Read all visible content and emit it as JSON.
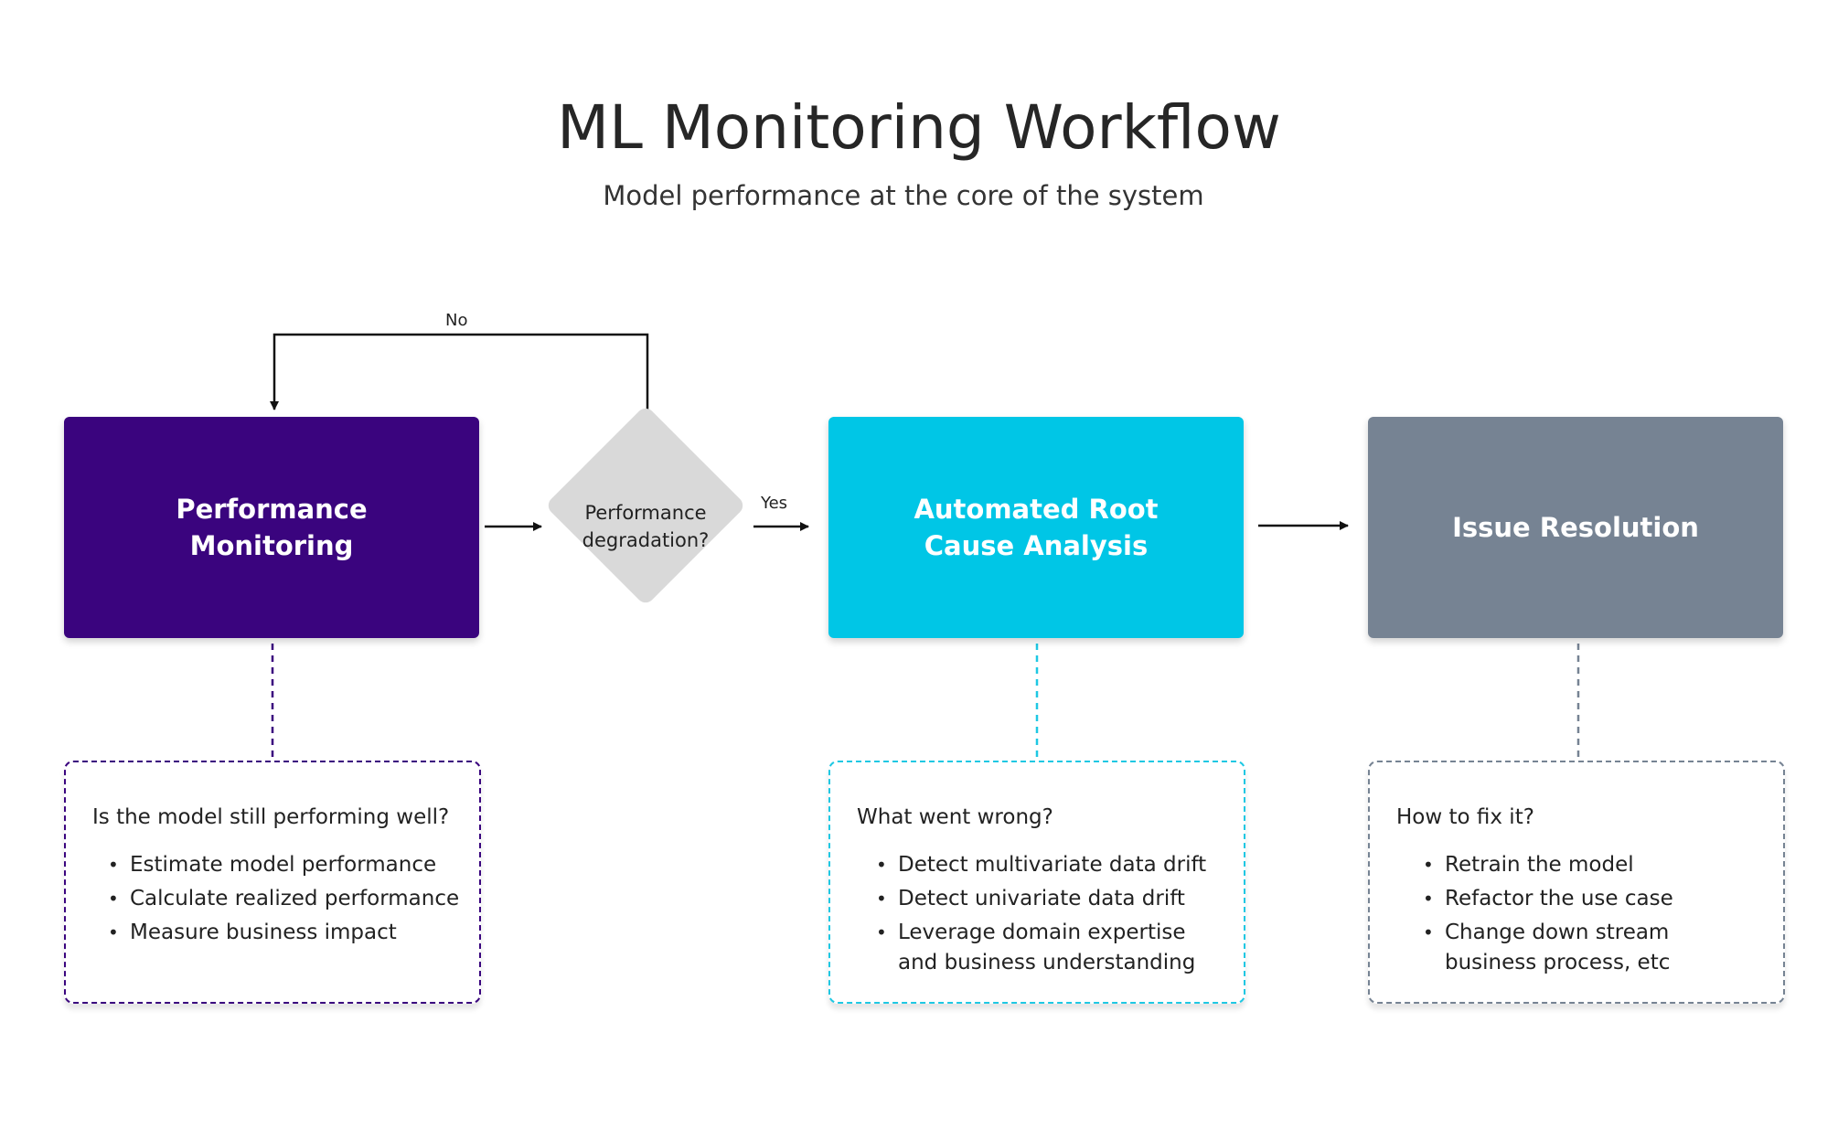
{
  "header": {
    "title": "ML Monitoring Workflow",
    "subtitle": "Model performance at the core of the system"
  },
  "flow": {
    "no_label": "No",
    "yes_label": "Yes",
    "decision": "Performance degradation?",
    "steps": [
      {
        "label": "Performance Monitoring",
        "color": "#3a047e"
      },
      {
        "label": "Automated Root Cause Analysis",
        "color": "#00c6e6"
      },
      {
        "label": "Issue Resolution",
        "color": "#768393"
      }
    ]
  },
  "details": [
    {
      "question": "Is the model still performing well?",
      "border_color": "#3a047e",
      "items": [
        "Estimate model performance",
        "Calculate realized performance",
        "Measure business impact"
      ]
    },
    {
      "question": "What went wrong?",
      "border_color": "#1ec8e3",
      "items": [
        "Detect multivariate data drift",
        "Detect univariate data drift",
        "Leverage domain expertise\nand business understanding"
      ]
    },
    {
      "question": "How to fix it?",
      "border_color": "#768393",
      "items": [
        "Retrain the model",
        "Refactor the use case",
        "Change down stream\nbusiness process, etc"
      ]
    }
  ]
}
